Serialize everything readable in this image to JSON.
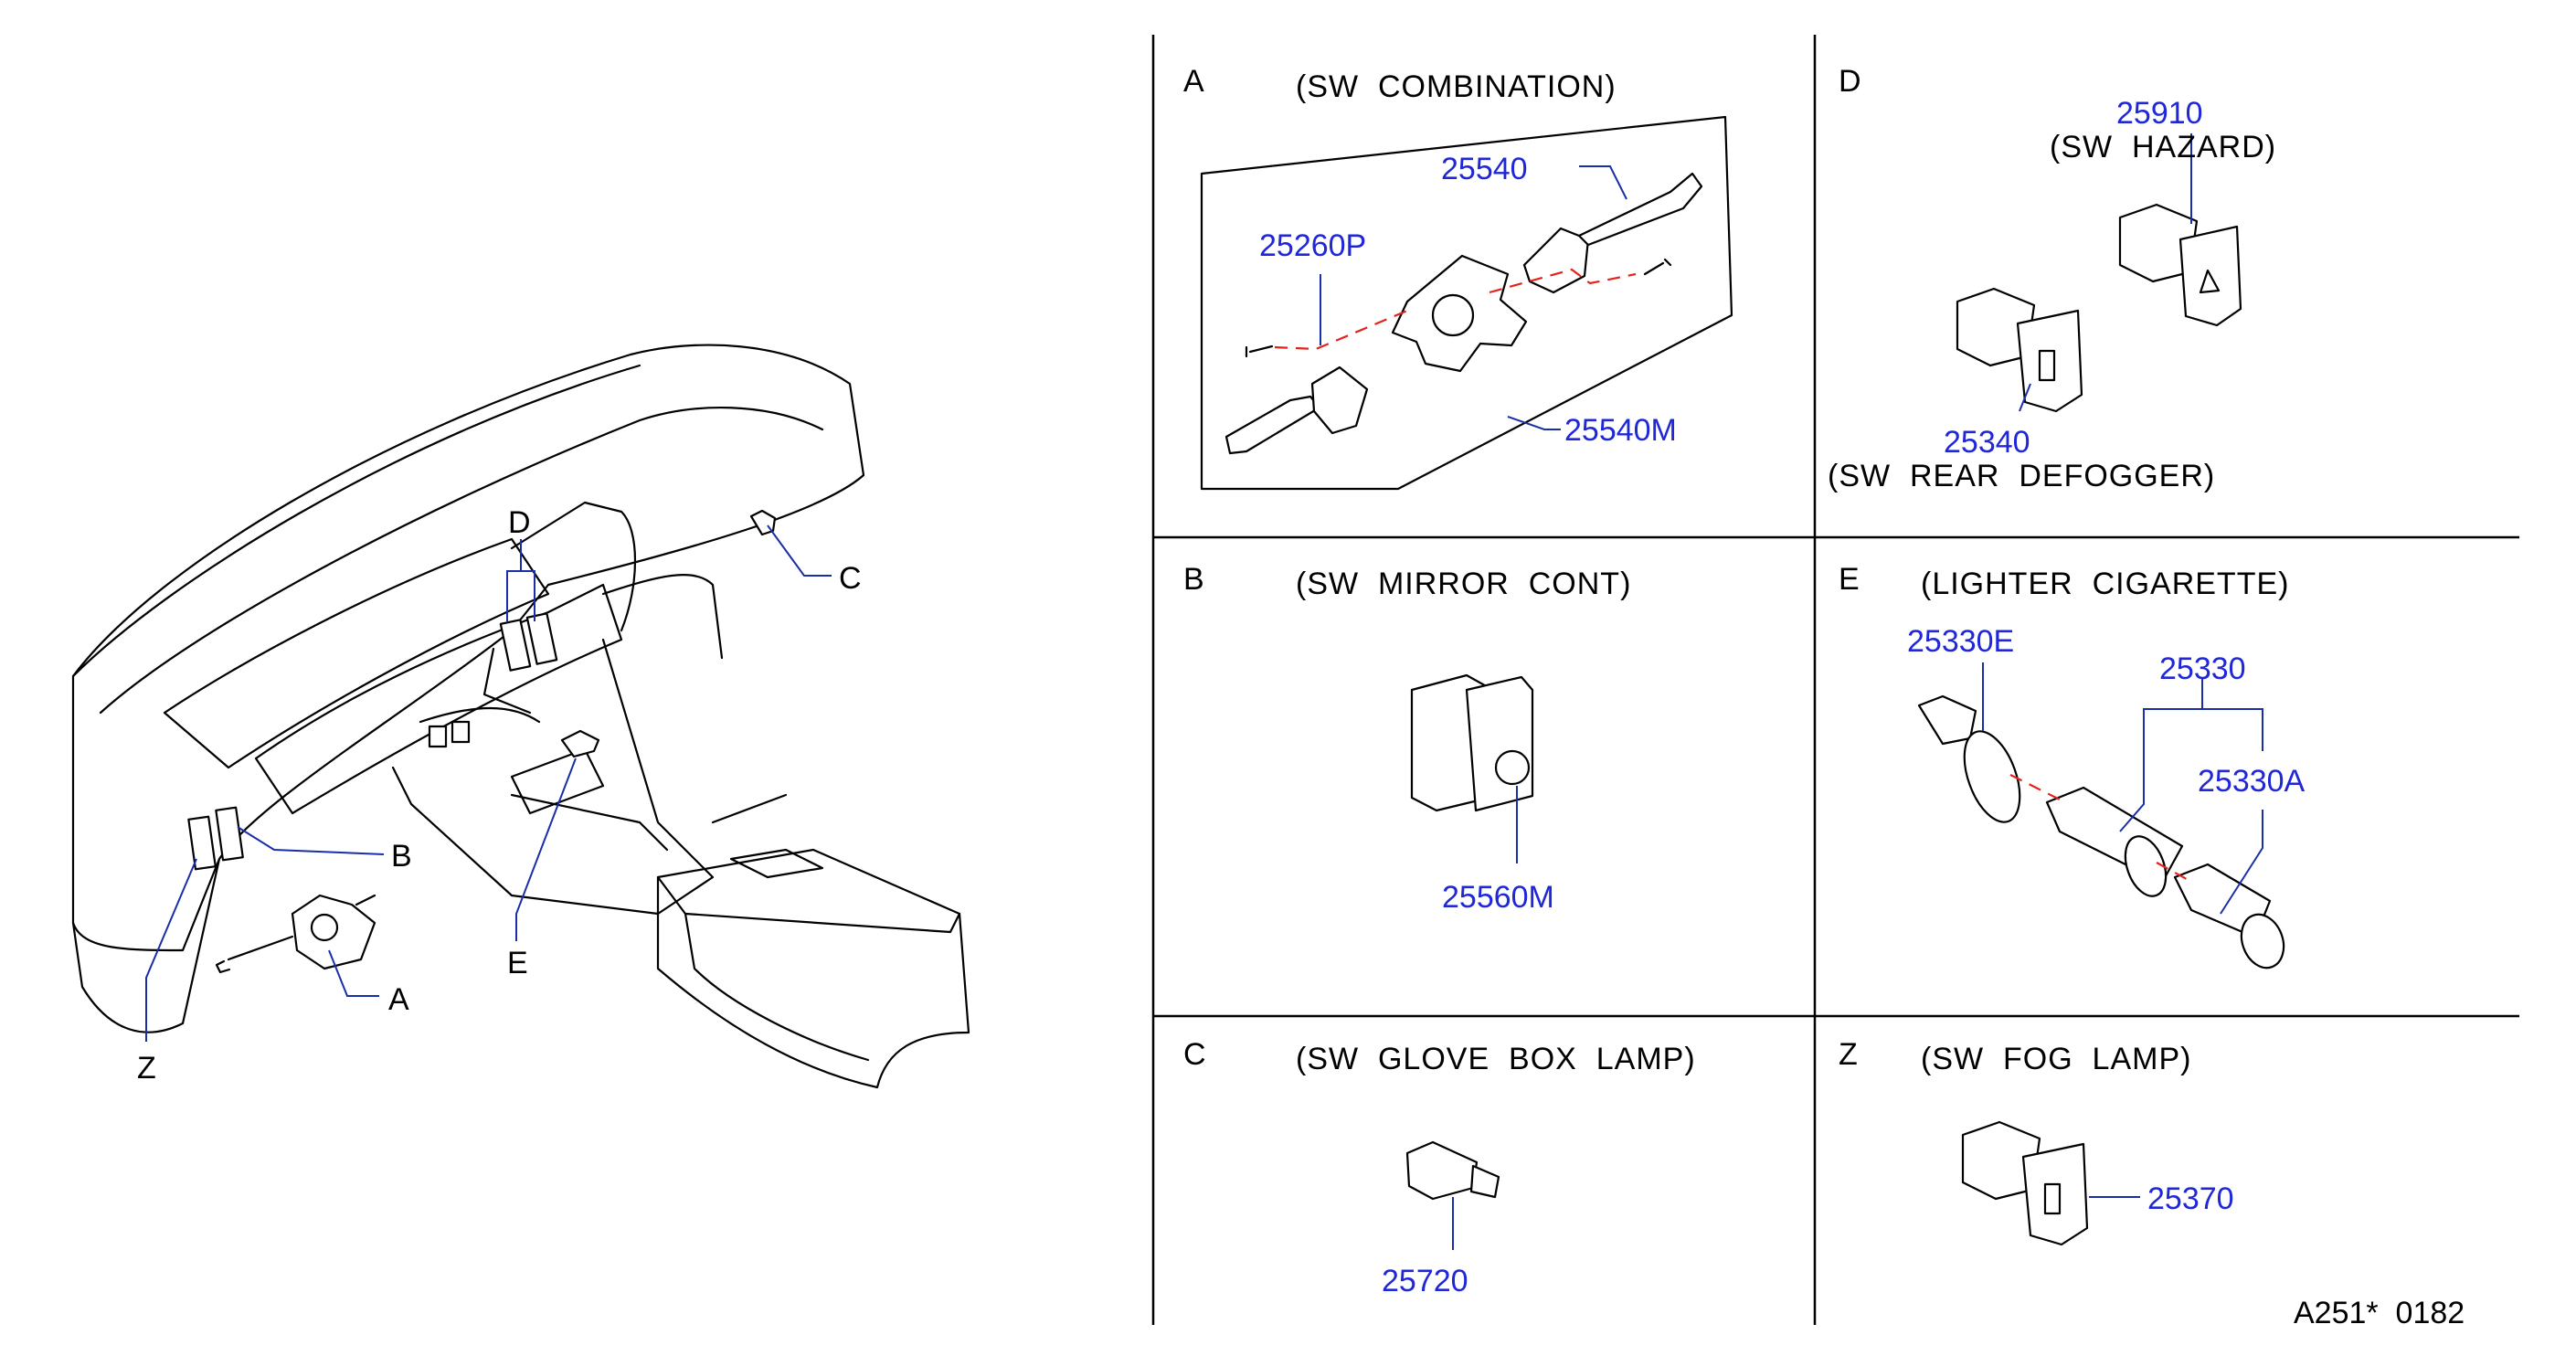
{
  "overview": {
    "callouts": [
      "D",
      "C",
      "B",
      "A",
      "E",
      "Z"
    ]
  },
  "panels": {
    "A": {
      "letter": "A",
      "title": "(SW  COMBINATION)",
      "parts": [
        "25540",
        "25260P",
        "25540M"
      ]
    },
    "B": {
      "letter": "B",
      "title": "(SW  MIRROR  CONT)",
      "parts": [
        "25560M"
      ]
    },
    "C": {
      "letter": "C",
      "title": "(SW  GLOVE  BOX  LAMP)",
      "parts": [
        "25720"
      ]
    },
    "D": {
      "letter": "D",
      "parts": [
        "25910",
        "25340"
      ],
      "labels": [
        "(SW  HAZARD)",
        "(SW  REAR  DEFOGGER)"
      ]
    },
    "E": {
      "letter": "E",
      "title": "(LIGHTER  CIGARETTE)",
      "parts": [
        "25330E",
        "25330",
        "25330A"
      ]
    },
    "Z": {
      "letter": "Z",
      "title": "(SW  FOG  LAMP)",
      "parts": [
        "25370"
      ]
    }
  },
  "footer": {
    "code": "A251*  0182"
  },
  "colors": {
    "part_number": "#1f27d8",
    "leader": "#1a2ea8",
    "hidden_line": "#e2231a",
    "line": "#000000"
  }
}
